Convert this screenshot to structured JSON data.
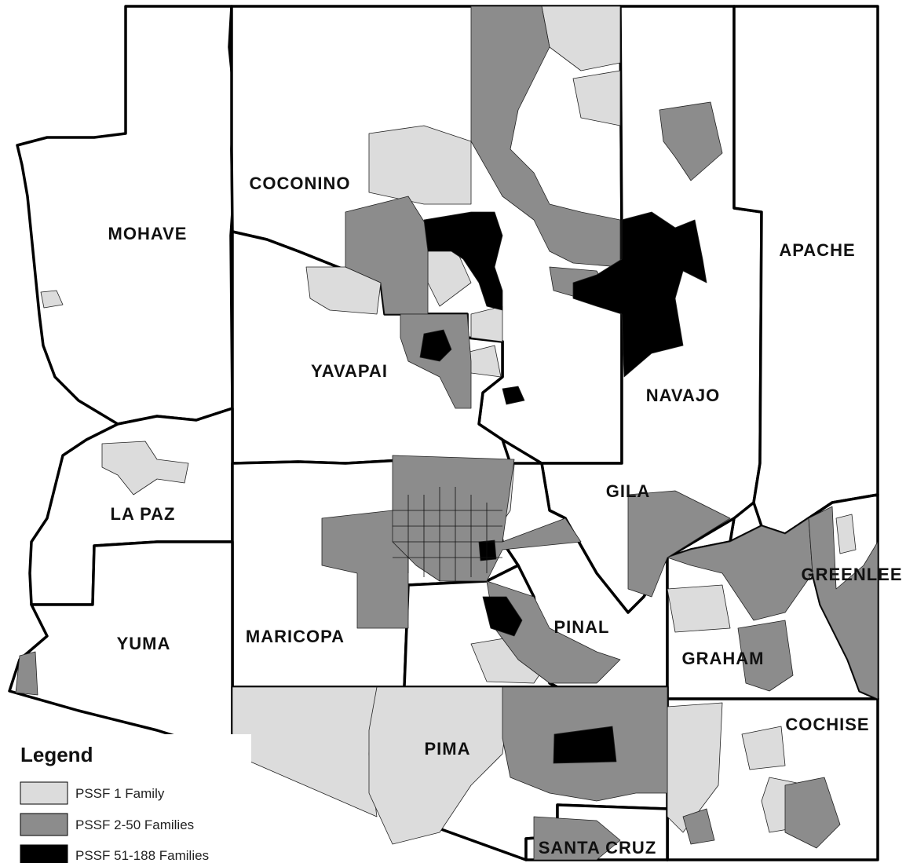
{
  "counties": [
    {
      "id": "mohave",
      "label": "MOHAVE"
    },
    {
      "id": "coconino",
      "label": "COCONINO"
    },
    {
      "id": "apache",
      "label": "APACHE"
    },
    {
      "id": "yavapai",
      "label": "YAVAPAI"
    },
    {
      "id": "navajo",
      "label": "NAVAJO"
    },
    {
      "id": "la-paz",
      "label": "LA PAZ"
    },
    {
      "id": "gila",
      "label": "GILA"
    },
    {
      "id": "greenlee",
      "label": "GREENLEE"
    },
    {
      "id": "yuma",
      "label": "YUMA"
    },
    {
      "id": "maricopa",
      "label": "MARICOPA"
    },
    {
      "id": "pinal",
      "label": "PINAL"
    },
    {
      "id": "graham",
      "label": "GRAHAM"
    },
    {
      "id": "cochise",
      "label": "COCHISE"
    },
    {
      "id": "pima",
      "label": "PIMA"
    },
    {
      "id": "santa-cruz",
      "label": "SANTA CRUZ"
    }
  ],
  "legend": {
    "title": "Legend",
    "items": [
      {
        "label": "PSSF 1 Family",
        "color": "#dcdcdc"
      },
      {
        "label": "PSSF 2-50 Families",
        "color": "#8c8c8c"
      },
      {
        "label": "PSSF 51-188 Families",
        "color": "#000000"
      }
    ]
  },
  "colors": {
    "background": "#ffffff",
    "border": "#000000"
  }
}
